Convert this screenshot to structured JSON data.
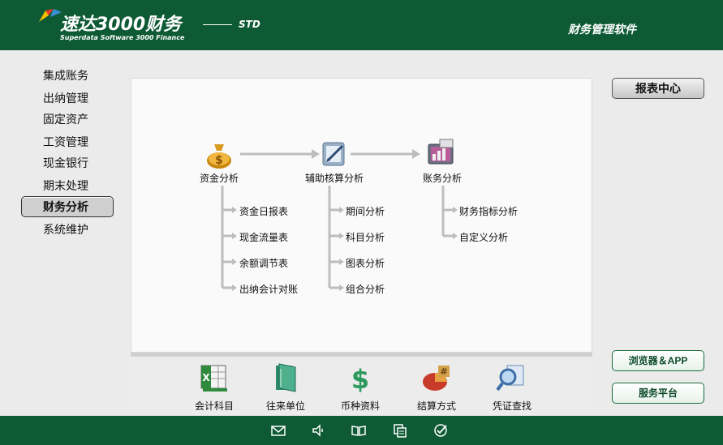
{
  "header": {
    "product_name": "速达3000财务",
    "product_subtitle": "Superdata Software 3000 Finance",
    "edition": "STD",
    "right_title": "财务管理软件"
  },
  "sidebar": {
    "items": [
      {
        "label": "集成账务",
        "active": false
      },
      {
        "label": "出纳管理",
        "active": false
      },
      {
        "label": "固定资产",
        "active": false
      },
      {
        "label": "工资管理",
        "active": false
      },
      {
        "label": "现金银行",
        "active": false
      },
      {
        "label": "期末处理",
        "active": false
      },
      {
        "label": "财务分析",
        "active": true
      },
      {
        "label": "系统维护",
        "active": false
      }
    ]
  },
  "flow": {
    "nodes": [
      {
        "label": "资金分析",
        "icon": "money-bag-icon"
      },
      {
        "label": "辅助核算分析",
        "icon": "pen-document-icon"
      },
      {
        "label": "账务分析",
        "icon": "chart-monitor-icon"
      }
    ],
    "columns": [
      [
        "资金日报表",
        "现金流量表",
        "余额调节表",
        "出纳会计对账"
      ],
      [
        "期间分析",
        "科目分析",
        "图表分析",
        "组合分析"
      ],
      [
        "财务指标分析",
        "自定义分析"
      ]
    ]
  },
  "toolbar": {
    "items": [
      {
        "label": "会计科目",
        "icon": "spreadsheet-icon"
      },
      {
        "label": "往来单位",
        "icon": "book-icon"
      },
      {
        "label": "币种资料",
        "icon": "dollar-icon"
      },
      {
        "label": "结算方式",
        "icon": "pie-chart-icon"
      },
      {
        "label": "凭证查找",
        "icon": "magnifier-icon"
      }
    ]
  },
  "right_panel": {
    "report_center": "报表中心",
    "browser_app": "浏览器＆APP",
    "service_platform": "服务平台"
  },
  "footer": {
    "icons": [
      "mail-icon",
      "speaker-icon",
      "open-book-icon",
      "document-copy-icon",
      "check-circle-icon"
    ]
  },
  "colors": {
    "brand_green": "#0d5a34",
    "panel_bg": "#fafafa",
    "page_bg": "#ebebeb"
  }
}
